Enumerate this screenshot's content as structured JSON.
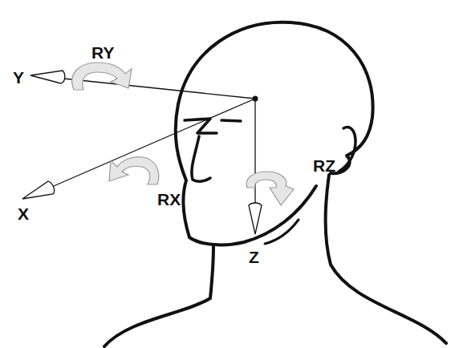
{
  "diagram": {
    "labels": [
      "RY",
      "Y",
      "RZ",
      "X",
      "RX",
      "Z"
    ]
  }
}
